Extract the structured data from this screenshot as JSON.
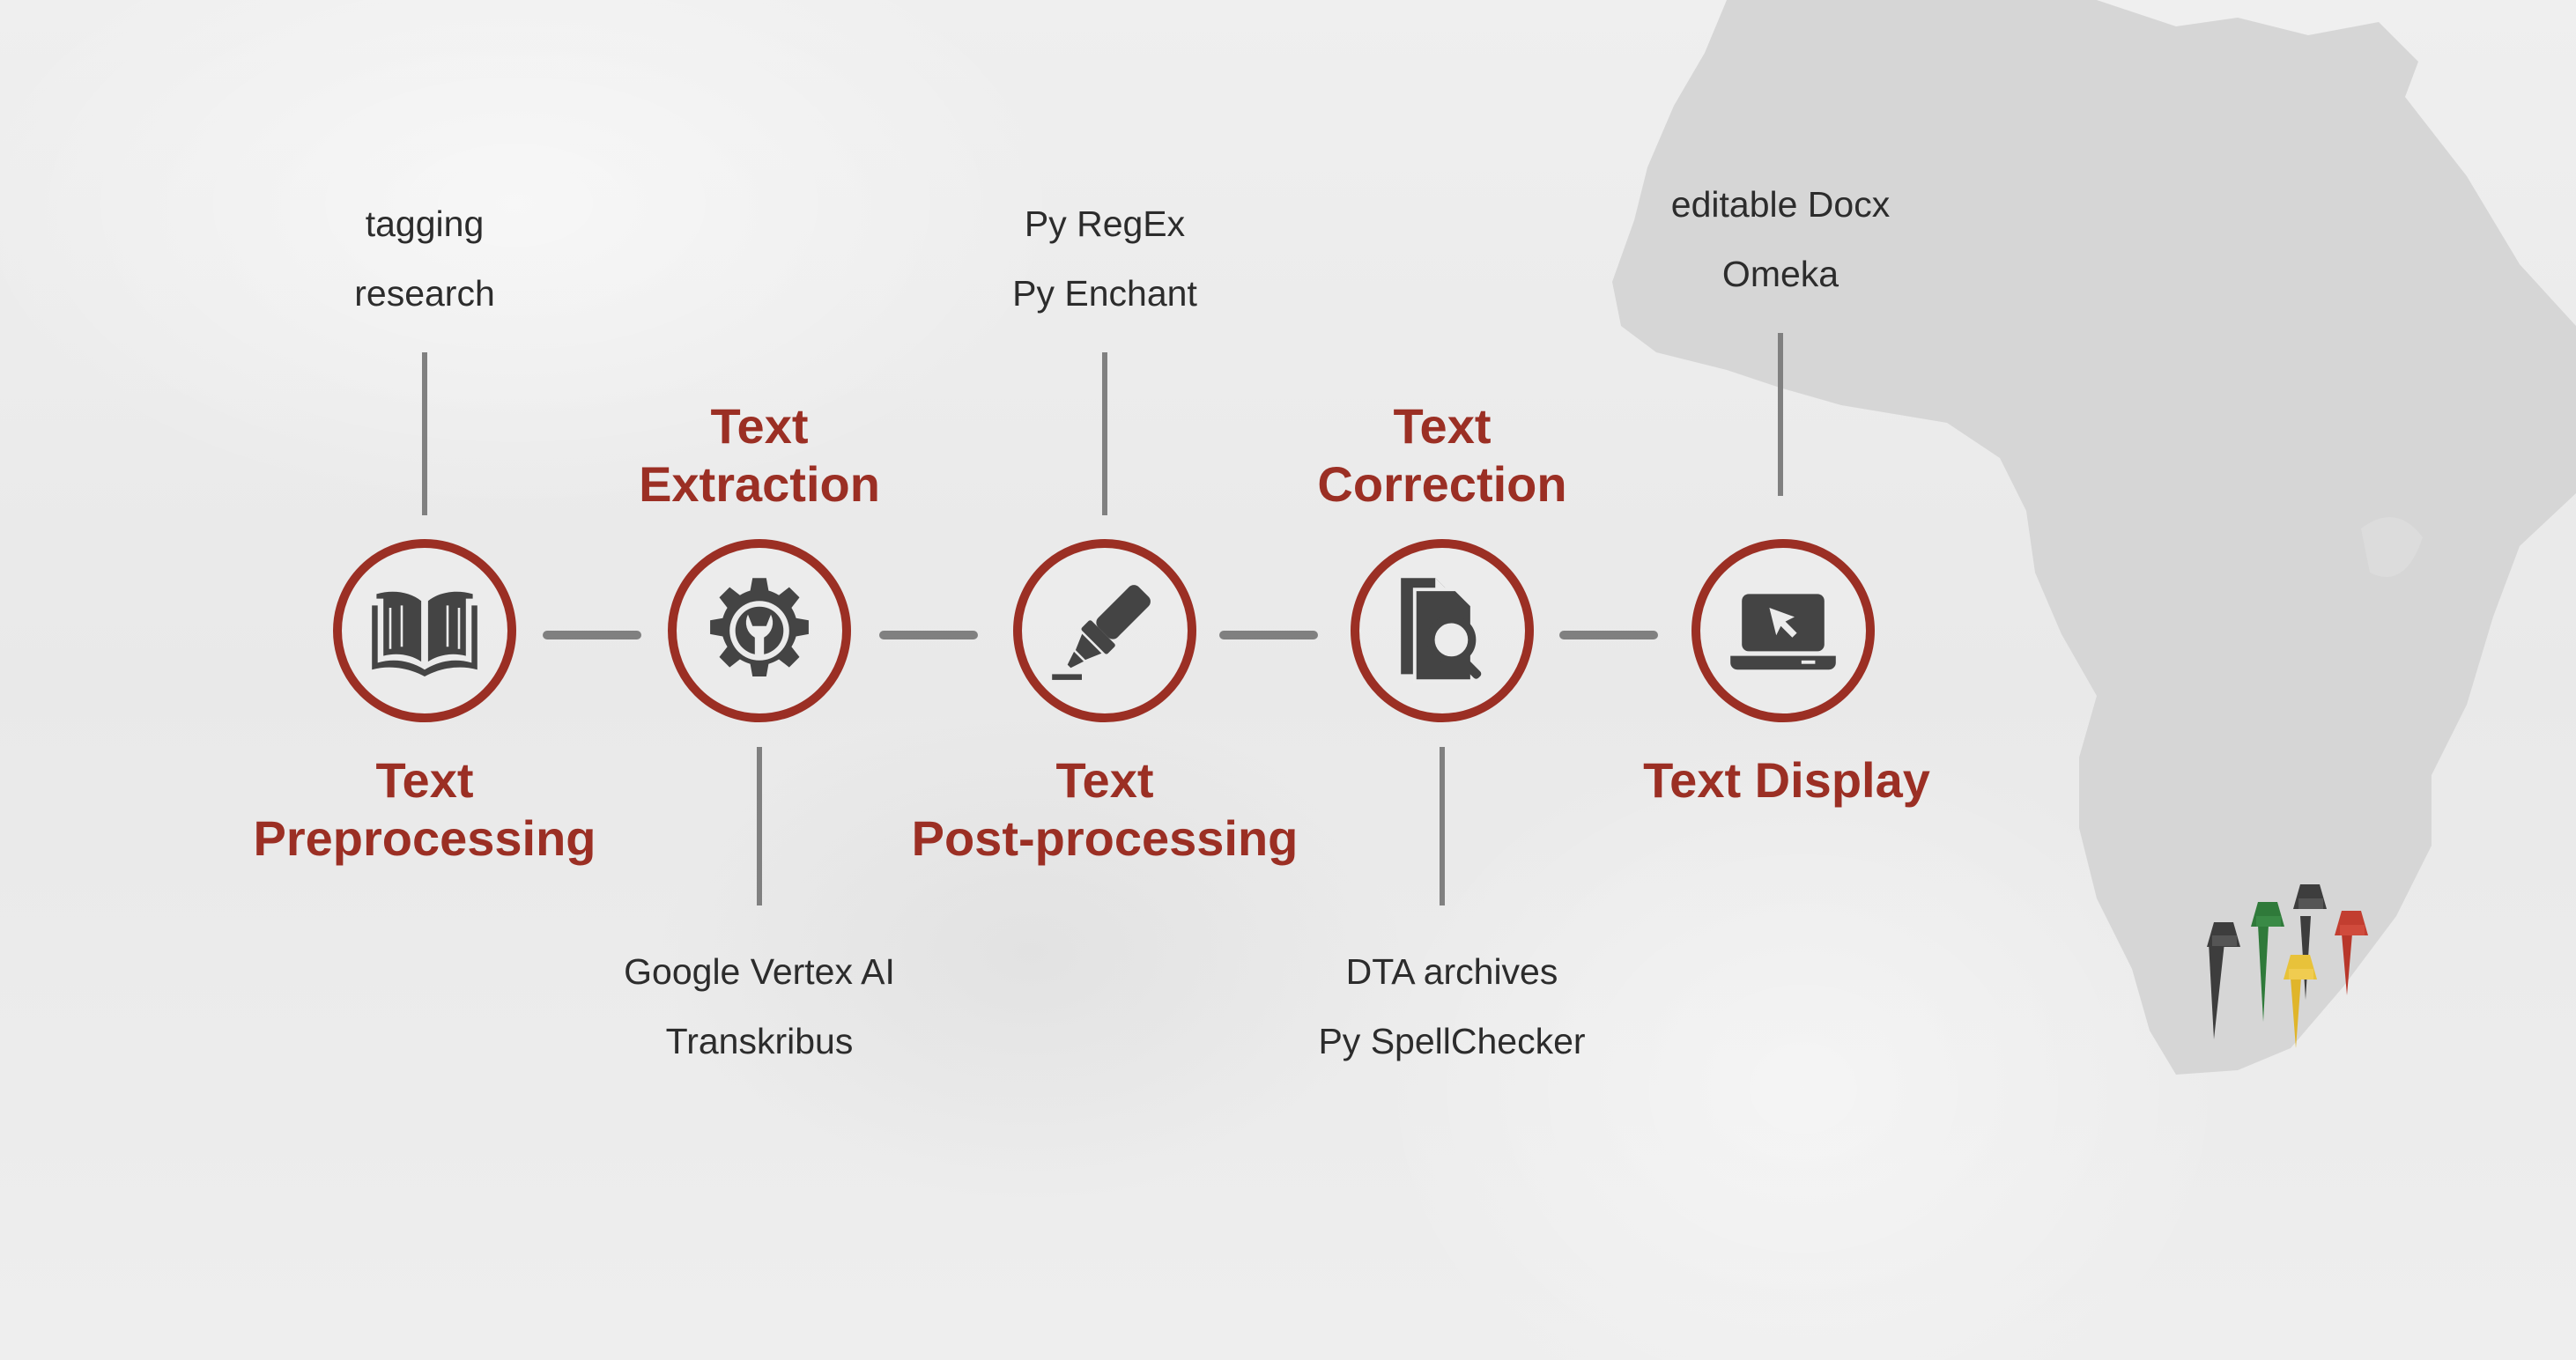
{
  "colors": {
    "accent": "#9b2f24",
    "icon": "#444444",
    "line": "#808080",
    "map": "#d6d6d6"
  },
  "steps": [
    {
      "title": "Text\nPreprocessing",
      "icon": "book-icon",
      "tools": [
        "tagging",
        "research"
      ]
    },
    {
      "title": "Text\nExtraction",
      "icon": "gear-wrench-icon",
      "tools": [
        "Google Vertex AI",
        "Transkribus"
      ]
    },
    {
      "title": "Text\nPost-processing",
      "icon": "highlighter-icon",
      "tools": [
        "Py RegEx",
        "Py Enchant"
      ]
    },
    {
      "title": "Text\nCorrection",
      "icon": "document-search-icon",
      "tools": [
        "DTA archives",
        "Py SpellChecker"
      ]
    },
    {
      "title": "Text Display",
      "icon": "laptop-cursor-icon",
      "tools": [
        "editable Docx",
        "Omeka"
      ]
    }
  ],
  "decor": {
    "map": "africa-map-silhouette",
    "pins": [
      "pin-dark",
      "pin-green",
      "pin-yellow",
      "pin-dark",
      "pin-red"
    ]
  }
}
